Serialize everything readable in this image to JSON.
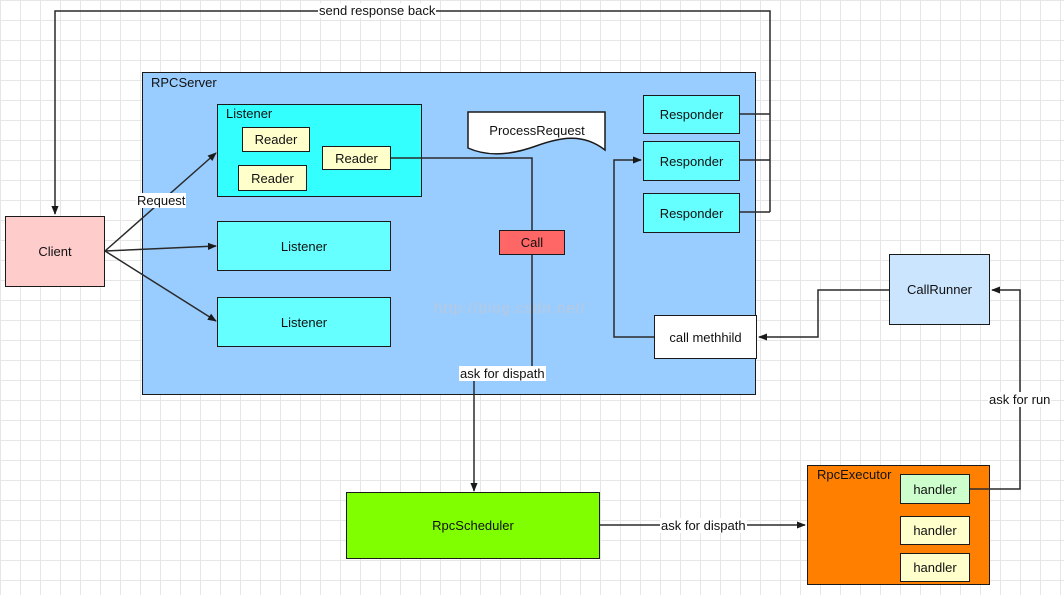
{
  "diagram": {
    "rpc_server": {
      "label": "RPCServer"
    },
    "listener_main": {
      "label": "Listener"
    },
    "readers": [
      "Reader",
      "Reader",
      "Reader"
    ],
    "listeners": [
      "Listener",
      "Listener"
    ],
    "process_request": "ProcessRequest",
    "responders": [
      "Responder",
      "Responder",
      "Responder"
    ],
    "call": "Call",
    "call_method": "call methhild",
    "client": "Client",
    "call_runner": "CallRunner",
    "rpc_scheduler": "RpcScheduler",
    "rpc_executor": {
      "label": "RpcExecutor",
      "handlers": [
        "handler",
        "handler",
        "handler"
      ]
    },
    "edge_labels": {
      "send_response_back": "send response back",
      "request": "Request",
      "ask_for_dispath_1": "ask for dispath",
      "ask_for_dispath_2": "ask for dispath",
      "ask_for_run": "ask for run"
    },
    "watermark": "http://blog.csdn.net/"
  },
  "colors": {
    "rpc_server": "#99ccff",
    "listener_main": "#33ffff",
    "listener": "#66ffff",
    "reader": "#ffffcc",
    "client": "#ffcccc",
    "call": "#ff6666",
    "call_runner": "#cce5ff",
    "rpc_scheduler": "#80ff00",
    "rpc_executor": "#ff8000",
    "handler_active": "#ccffcc"
  }
}
